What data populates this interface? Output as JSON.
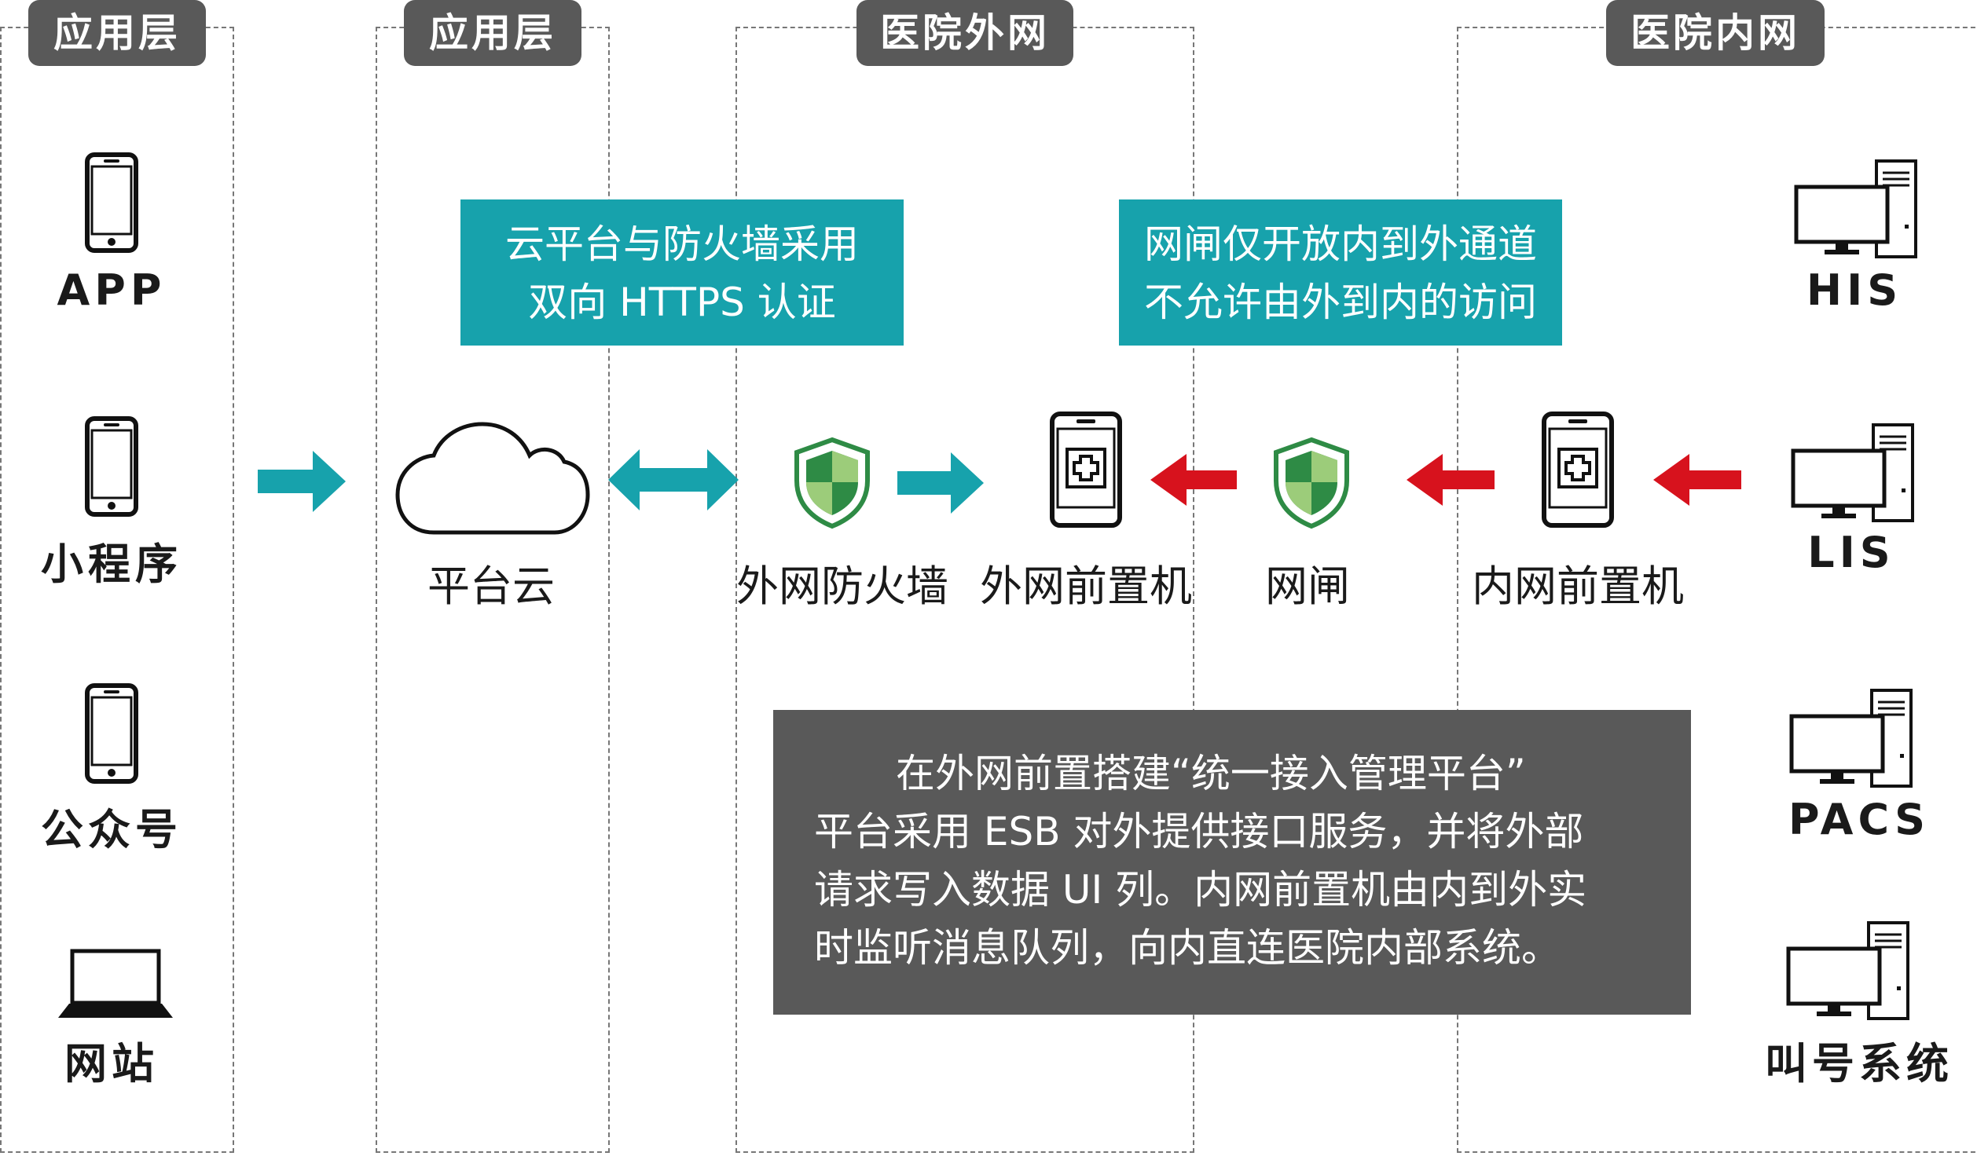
{
  "columns": [
    {
      "header": "应用层"
    },
    {
      "header": "应用层"
    },
    {
      "header": "医院外网"
    },
    {
      "header": "医院内网"
    }
  ],
  "clients": [
    "APP",
    "小程序",
    "公众号",
    "网站"
  ],
  "systems": [
    "HIS",
    "LIS",
    "PACS",
    "叫号系统"
  ],
  "nodes": {
    "cloud": "平台云",
    "firewall": "外网防火墙",
    "outer_server": "外网前置机",
    "gateway": "网闸",
    "inner_server": "内网前置机"
  },
  "notes": {
    "https": [
      "云平台与防火墙采用",
      "双向 HTTPS 认证"
    ],
    "gateway": [
      "网闸仅开放内到外通道",
      "不允许由外到内的访问"
    ]
  },
  "description": [
    "在外网前置搭建“统一接入管理平台”",
    "平台采用 ESB 对外提供接口服务，并将外部",
    "请求写入数据 UI 列。内网前置机由内到外实",
    "时监听消息队列，向内直连医院内部系统。"
  ],
  "colors": {
    "header_bg": "#595959",
    "teal": "#17a2ac",
    "red": "#d7121d",
    "shield_dark": "#2e8b45",
    "shield_light": "#9ccc7a"
  }
}
